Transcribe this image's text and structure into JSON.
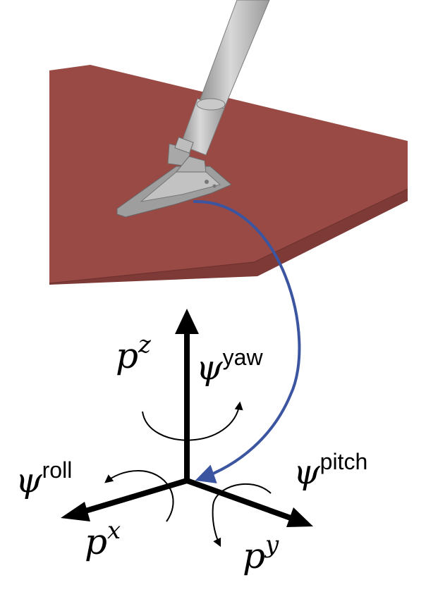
{
  "labels": {
    "pz": {
      "base": "p",
      "sup": "z"
    },
    "px": {
      "base": "p",
      "sup": "x"
    },
    "py": {
      "base": "p",
      "sup": "y"
    },
    "yaw": {
      "base": "ψ",
      "sup": "yaw"
    },
    "roll": {
      "base": "ψ",
      "sup": "roll"
    },
    "pitch": {
      "base": "ψ",
      "sup": "pitch"
    }
  },
  "colors": {
    "plate": "#9a4a45",
    "plate_side": "#7e3a36",
    "robot_leg": "#b7b7b7",
    "robot_shadow": "#8e8e8e",
    "axes": "#000000",
    "mapping_arrow": "#3c55a0"
  },
  "icons": {
    "robot": "robot-leg-foot-render",
    "arrow": "curved-mapping-arrow"
  }
}
